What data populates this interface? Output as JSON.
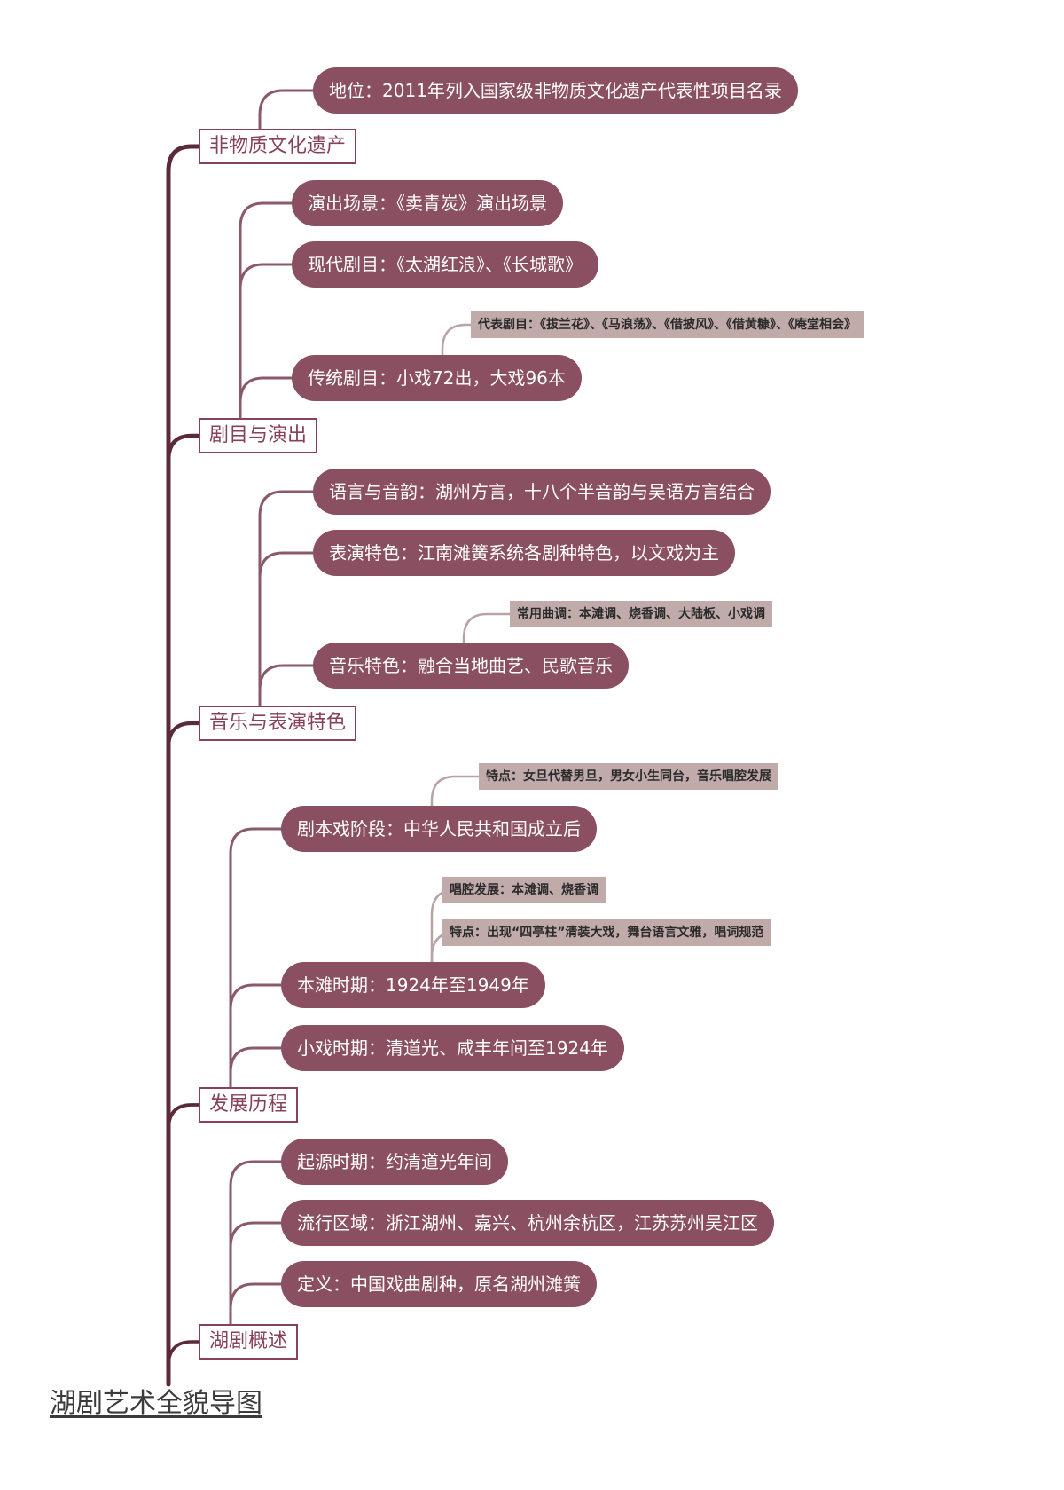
{
  "root": "湖剧艺术全貌导图",
  "branches": [
    {
      "topic": "非物质文化遗产",
      "items": [
        {
          "text": "地位：2011年列入国家级非物质文化遗产代表性项目名录",
          "notes": []
        }
      ]
    },
    {
      "topic": "剧目与演出",
      "items": [
        {
          "text": "演出场景：《卖青炭》演出场景",
          "notes": []
        },
        {
          "text": "现代剧目：《太湖红浪》、《长城歌》",
          "notes": []
        },
        {
          "text": "传统剧目：小戏72出，大戏96本",
          "notes": [
            "代表剧目：《拔兰花》、《马浪荡》、《借披风》、《借黄糠》、《庵堂相会》"
          ]
        }
      ]
    },
    {
      "topic": "音乐与表演特色",
      "items": [
        {
          "text": "语言与音韵：湖州方言，十八个半音韵与吴语方言结合",
          "notes": []
        },
        {
          "text": "表演特色：江南滩簧系统各剧种特色，以文戏为主",
          "notes": []
        },
        {
          "text": "音乐特色：融合当地曲艺、民歌音乐",
          "notes": [
            "常用曲调：本滩调、烧香调、大陆板、小戏调"
          ]
        }
      ]
    },
    {
      "topic": "发展历程",
      "items": [
        {
          "text": "剧本戏阶段：中华人民共和国成立后",
          "notes": [
            "特点：女旦代替男旦，男女小生同台，音乐唱腔发展"
          ]
        },
        {
          "text": "本滩时期：1924年至1949年",
          "notes": [
            "唱腔发展：本滩调、烧香调",
            "特点：出现“四亭柱”清装大戏，舞台语言文雅，唱词规范"
          ]
        },
        {
          "text": "小戏时期：清道光、咸丰年间至1924年",
          "notes": []
        }
      ]
    },
    {
      "topic": "湖剧概述",
      "items": [
        {
          "text": "起源时期：约清道光年间",
          "notes": []
        },
        {
          "text": "流行区域：浙江湖州、嘉兴、杭州余杭区，江苏苏州吴江区",
          "notes": []
        },
        {
          "text": "定义：中国戏曲剧种，原名湖州滩簧",
          "notes": []
        }
      ]
    }
  ],
  "colors": {
    "topic_border": "#874259",
    "leaf_fill": "#8b4f62",
    "note_fill": "#c0aaaa",
    "trunk": "#5a2a3c"
  }
}
